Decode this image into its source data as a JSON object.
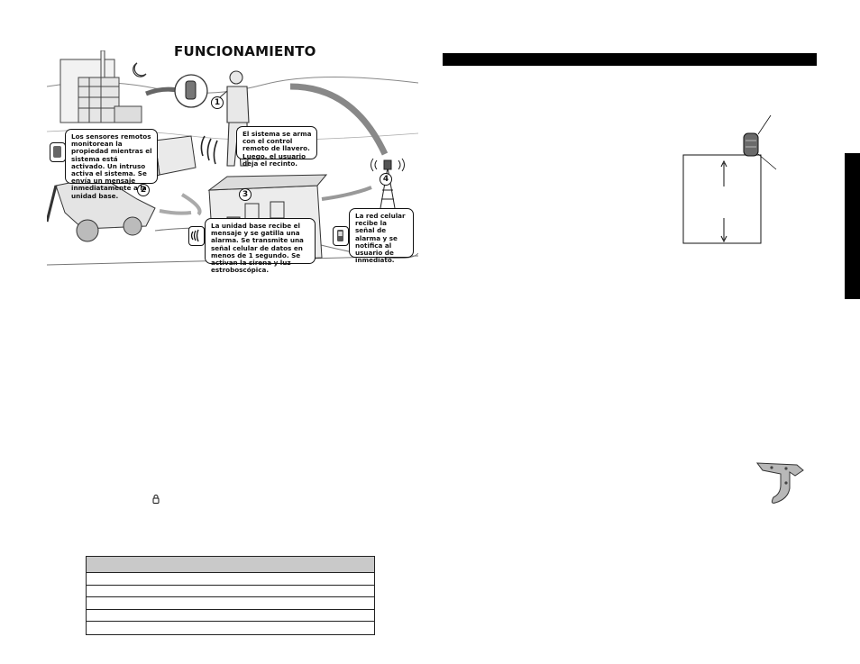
{
  "page": {
    "title": "FUNCIONAMIENTO"
  },
  "steps": [
    {
      "number": "1"
    },
    {
      "number": "2"
    },
    {
      "number": "3"
    },
    {
      "number": "4"
    }
  ],
  "callouts": {
    "sensors": "Los sensores remotos monitorean la propiedad mientras el sistema está activado. Un intruso activa el sistema. Se envía un mensaje inmediatamente a la unidad base.",
    "arm": "El sistema se arma con el control remoto de llavero. Luego, el usuario deja el recinto.",
    "base_unit": "La unidad base recibe el mensaje y se gatilla una alarma. Se transmite una señal celular de datos en menos de 1 segundo. Se activan la sirena y luz estroboscópica.",
    "cellular": "La red celular recibe la señal de alarma y se notifica al usuario de inmediato."
  },
  "table": {
    "rows": 5
  },
  "icons": [
    "sensor-icon",
    "signal-icon",
    "phone-icon",
    "lock-icon",
    "keyfob-icon",
    "bracket-icon"
  ]
}
